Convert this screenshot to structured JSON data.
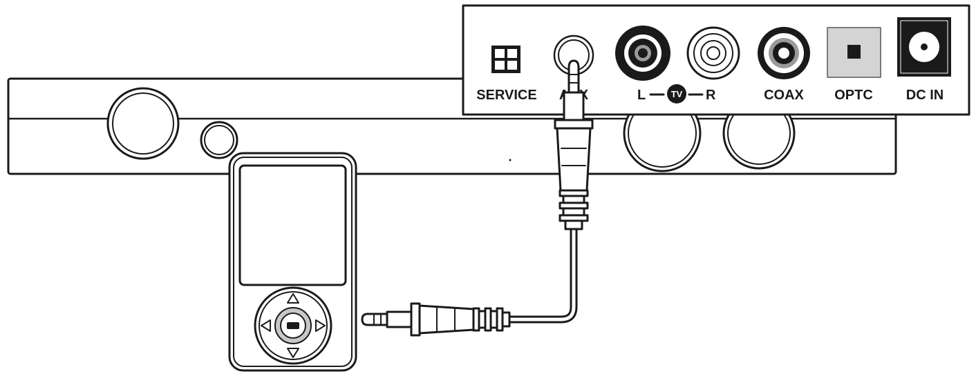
{
  "panel": {
    "service_label": "SERVICE",
    "aux_label": "AUX",
    "left_label": "L",
    "tv_label": "TV",
    "right_label": "R",
    "coax_label": "COAX",
    "optical_label": "OPTC",
    "dc_in_label": "DC IN"
  },
  "colors": {
    "line": "#1a1a1a",
    "optical_fill": "#d4d4d4",
    "dc_fill": "#1a1a1a",
    "device_button_ring": "#c8c8c8"
  },
  "icons": {
    "service": "service-port-grid-icon",
    "device_nav": "dpad-icon",
    "tv_badge": "tv-badge-icon"
  }
}
